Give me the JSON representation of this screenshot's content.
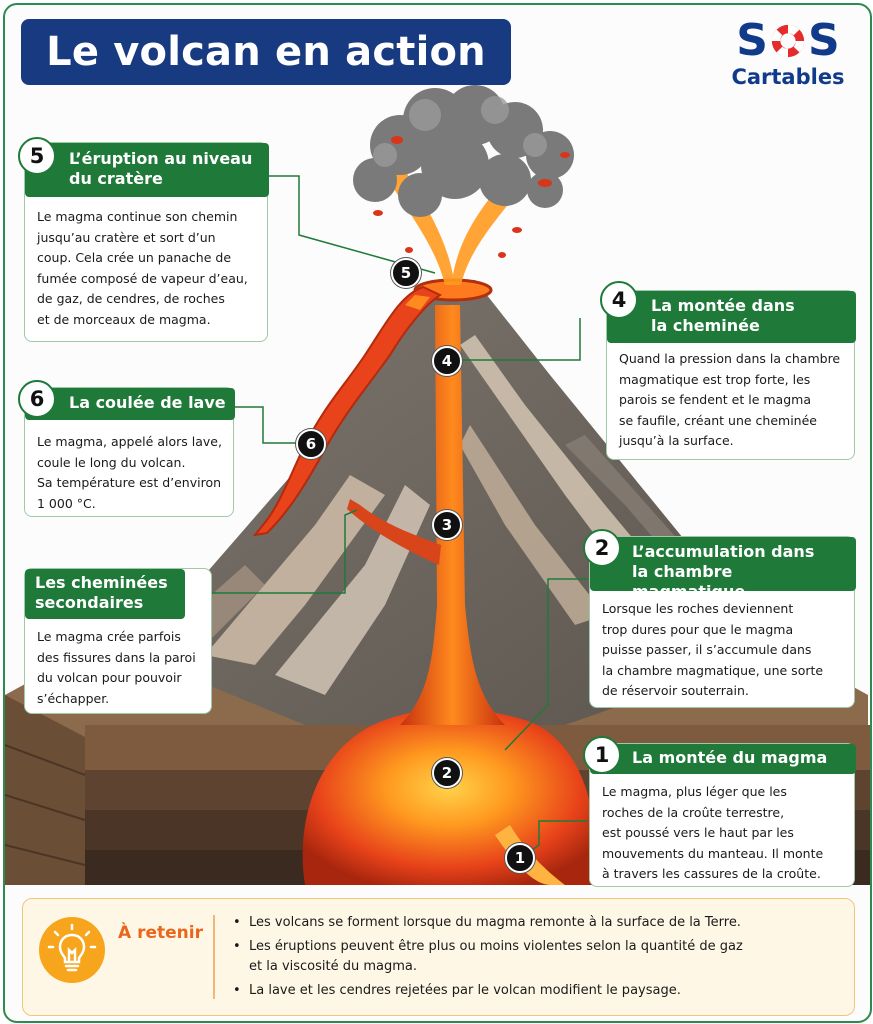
{
  "title": "Le volcan en action",
  "logo": {
    "top": "SOS",
    "bottom": "Cartables",
    "icon": "lifebuoy-icon"
  },
  "steps": [
    {
      "num": "1",
      "title": "La montée du magma",
      "text": "Le magma, plus léger que les\nroches de la croûte terrestre,\nest poussé vers le haut par les\nmouvements du manteau. Il monte\nà travers les cassures de la croûte."
    },
    {
      "num": "2",
      "title": "L’accumulation dans\nla chambre magmatique",
      "text": "Lorsque les roches deviennent\ntrop dures pour que le magma\npuisse passer, il s’accumule dans\nla chambre magmatique, une sorte\nde réservoir souterrain."
    },
    {
      "num": "3",
      "title": "Les cheminées\nsecondaires",
      "text": "Le magma crée parfois\ndes fissures dans la paroi\ndu volcan pour pouvoir\ns’échapper."
    },
    {
      "num": "4",
      "title": "La montée dans\nla cheminée",
      "text": "Quand la pression dans la chambre\nmagmatique est trop forte, les\nparois se fendent et le magma\nse faufile, créant une cheminée\njusqu’à la surface."
    },
    {
      "num": "5",
      "title": "L’éruption au niveau\ndu cratère",
      "text": "Le magma continue son chemin\njusqu’au cratère et sort d’un\ncoup. Cela crée un panache de\nfumée composé de vapeur d’eau,\nde gaz, de cendres, de roches\net de morceaux de magma."
    },
    {
      "num": "6",
      "title": "La coulée de lave",
      "text": "Le magma, appelé alors lave,\ncoule le long du volcan.\nSa température est d’environ\n1 000 °C."
    }
  ],
  "retenir": {
    "title": "À retenir",
    "icon": "lightbulb-icon",
    "items": [
      "Les volcans se forment lorsque du magma remonte à la surface de la Terre.",
      "Les éruptions peuvent être plus ou moins violentes selon la quantité de gaz\net la viscosité du magma.",
      "La lave et les cendres rejetées par le volcan modifient le paysage."
    ]
  },
  "colors": {
    "green": "#1f7a3a",
    "navy": "#183a80",
    "lava": "#e8431a",
    "orange": "#f7a51c"
  }
}
